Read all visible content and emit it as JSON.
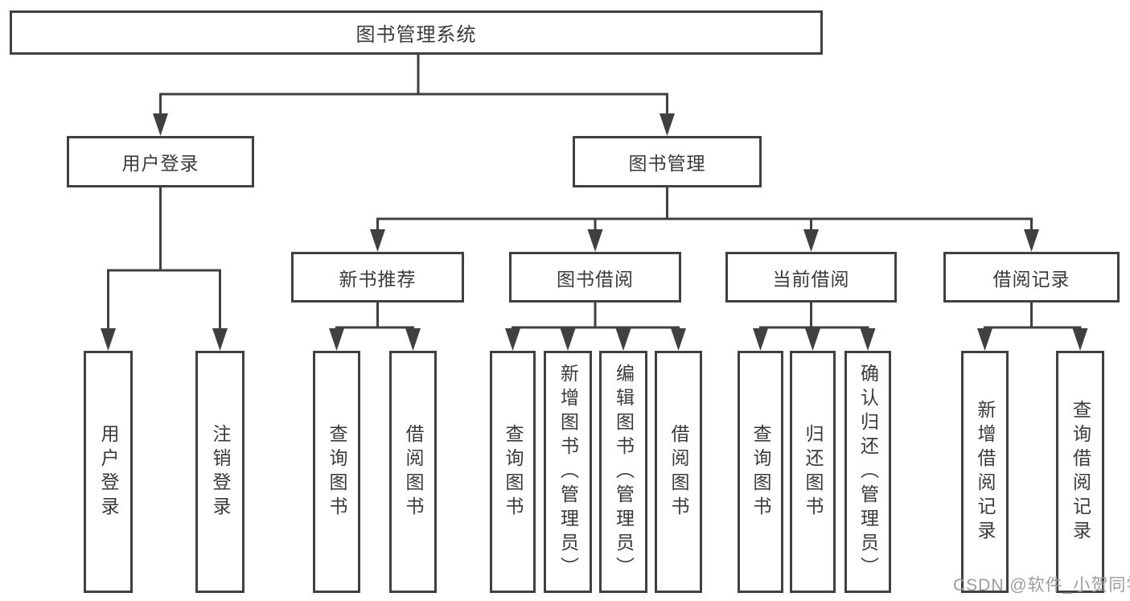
{
  "diagram": {
    "root": "图书管理系统",
    "level2": [
      "用户登录",
      "图书管理"
    ],
    "level3": [
      "新书推荐",
      "图书借阅",
      "当前借阅",
      "借阅记录"
    ],
    "leaves": {
      "user_login": [
        "用户登录",
        "注销登录"
      ],
      "new_books": [
        "查询图书",
        "借阅图书"
      ],
      "book_borrowing": [
        "查询图书",
        "新增图书（管理员）",
        "编辑图书（管理员）",
        "借阅图书"
      ],
      "current_borrowing": [
        "查询图书",
        "归还图书",
        "确认归还（管理员）"
      ],
      "borrowing_records": [
        "新增借阅记录",
        "查询借阅记录"
      ]
    },
    "watermark": "CSDN @软件_小贺同学"
  },
  "colors": {
    "line": "#404040",
    "text": "#3a3a3a",
    "watermark": "#9d9d9d",
    "background": "#ffffff"
  }
}
